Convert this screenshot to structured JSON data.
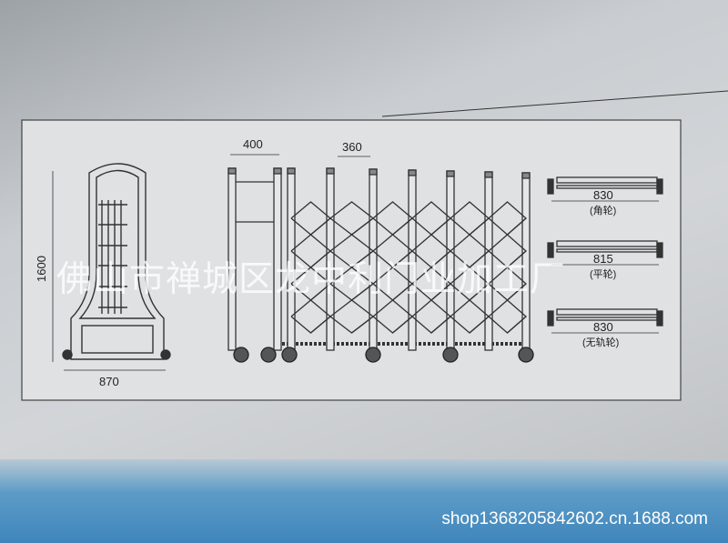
{
  "dimensions": {
    "front_height": "1600",
    "front_width": "870",
    "end_post_width": "400",
    "post_spacing": "360"
  },
  "rails": [
    {
      "length": "830",
      "label": "(角轮)"
    },
    {
      "length": "815",
      "label": "(平轮)"
    },
    {
      "length": "830",
      "label": "(无轨轮)"
    }
  ],
  "watermark": "佛山市禅城区龙中利门业加工厂",
  "shop_url": "shop1368205842602.cn.1688.com"
}
